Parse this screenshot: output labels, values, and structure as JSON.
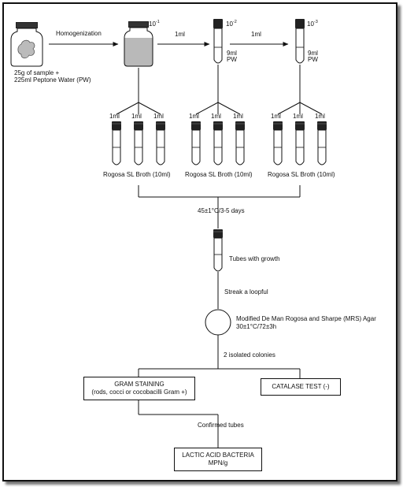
{
  "sample": {
    "label_line1": "25g of sample +",
    "label_line2": "225ml Peptone Water (PW)"
  },
  "homogenization_label": "Homogenization",
  "dilutions": [
    {
      "base": "10",
      "exponent": "-1"
    },
    {
      "base": "10",
      "exponent": "-2"
    },
    {
      "base": "10",
      "exponent": "-3"
    }
  ],
  "transfer_labels": [
    "1ml",
    "1ml"
  ],
  "pw_labels": [
    {
      "line1": "9ml",
      "line2": "PW"
    },
    {
      "line1": "9ml",
      "line2": "PW"
    }
  ],
  "tube_volume_label": "1ml",
  "broth_labels": [
    "Rogosa SL Broth (10ml)",
    "Rogosa SL Broth (10ml)",
    "Rogosa SL Broth (10ml)"
  ],
  "incubation_label": "45±1°C/3-5 days",
  "growth_label": "Tubes with growth",
  "streak_label": "Streak a loopful",
  "agar": {
    "line1": "Modified De Man Rogosa and Sharpe (MRS) Agar",
    "line2": "30±1°C/72±3h"
  },
  "colonies_label": "2 isolated colonies",
  "gram_box": {
    "line1": "GRAM STAINING",
    "line2": "(rods, cocci or cocobacilli Gram +)"
  },
  "catalase_label": "CATALASE TEST (-)",
  "confirmed_label": "Confirmed tubes",
  "result_box": {
    "line1": "LACTIC ACID BACTERIA",
    "line2": "MPN/g"
  }
}
